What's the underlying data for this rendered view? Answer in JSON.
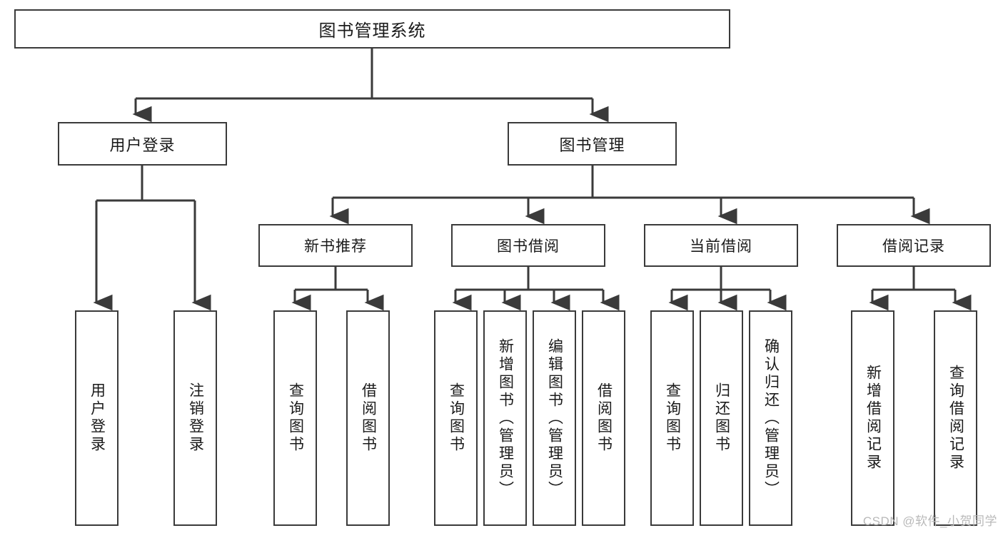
{
  "diagram": {
    "title": "图书管理系统",
    "type": "tree-hierarchy",
    "watermark": "CSDN @软件_小贺同学",
    "colors": {
      "box_border": "#3a3a3a",
      "box_fill": "#ffffff",
      "connector": "#3a3a3a",
      "text": "#1a1a1a",
      "watermark": "#b9b9b9",
      "background": "#ffffff"
    }
  },
  "root": {
    "label": "图书管理系统"
  },
  "level2": [
    {
      "label": "用户登录"
    },
    {
      "label": "图书管理"
    }
  ],
  "level3": [
    {
      "label": "新书推荐"
    },
    {
      "label": "图书借阅"
    },
    {
      "label": "当前借阅"
    },
    {
      "label": "借阅记录"
    }
  ],
  "leaves": {
    "user_login": [
      {
        "label": "用户登录"
      },
      {
        "label": "注销登录"
      }
    ],
    "new_book": [
      {
        "label": "查询图书"
      },
      {
        "label": "借阅图书"
      }
    ],
    "book_borrow": [
      {
        "label": "查询图书"
      },
      {
        "label": "新增图书（管理员）"
      },
      {
        "label": "编辑图书（管理员）"
      },
      {
        "label": "借阅图书"
      }
    ],
    "current_borrow": [
      {
        "label": "查询图书"
      },
      {
        "label": "归还图书"
      },
      {
        "label": "确认归还（管理员）"
      }
    ],
    "borrow_record": [
      {
        "label": "新增借阅记录"
      },
      {
        "label": "查询借阅记录"
      }
    ]
  }
}
